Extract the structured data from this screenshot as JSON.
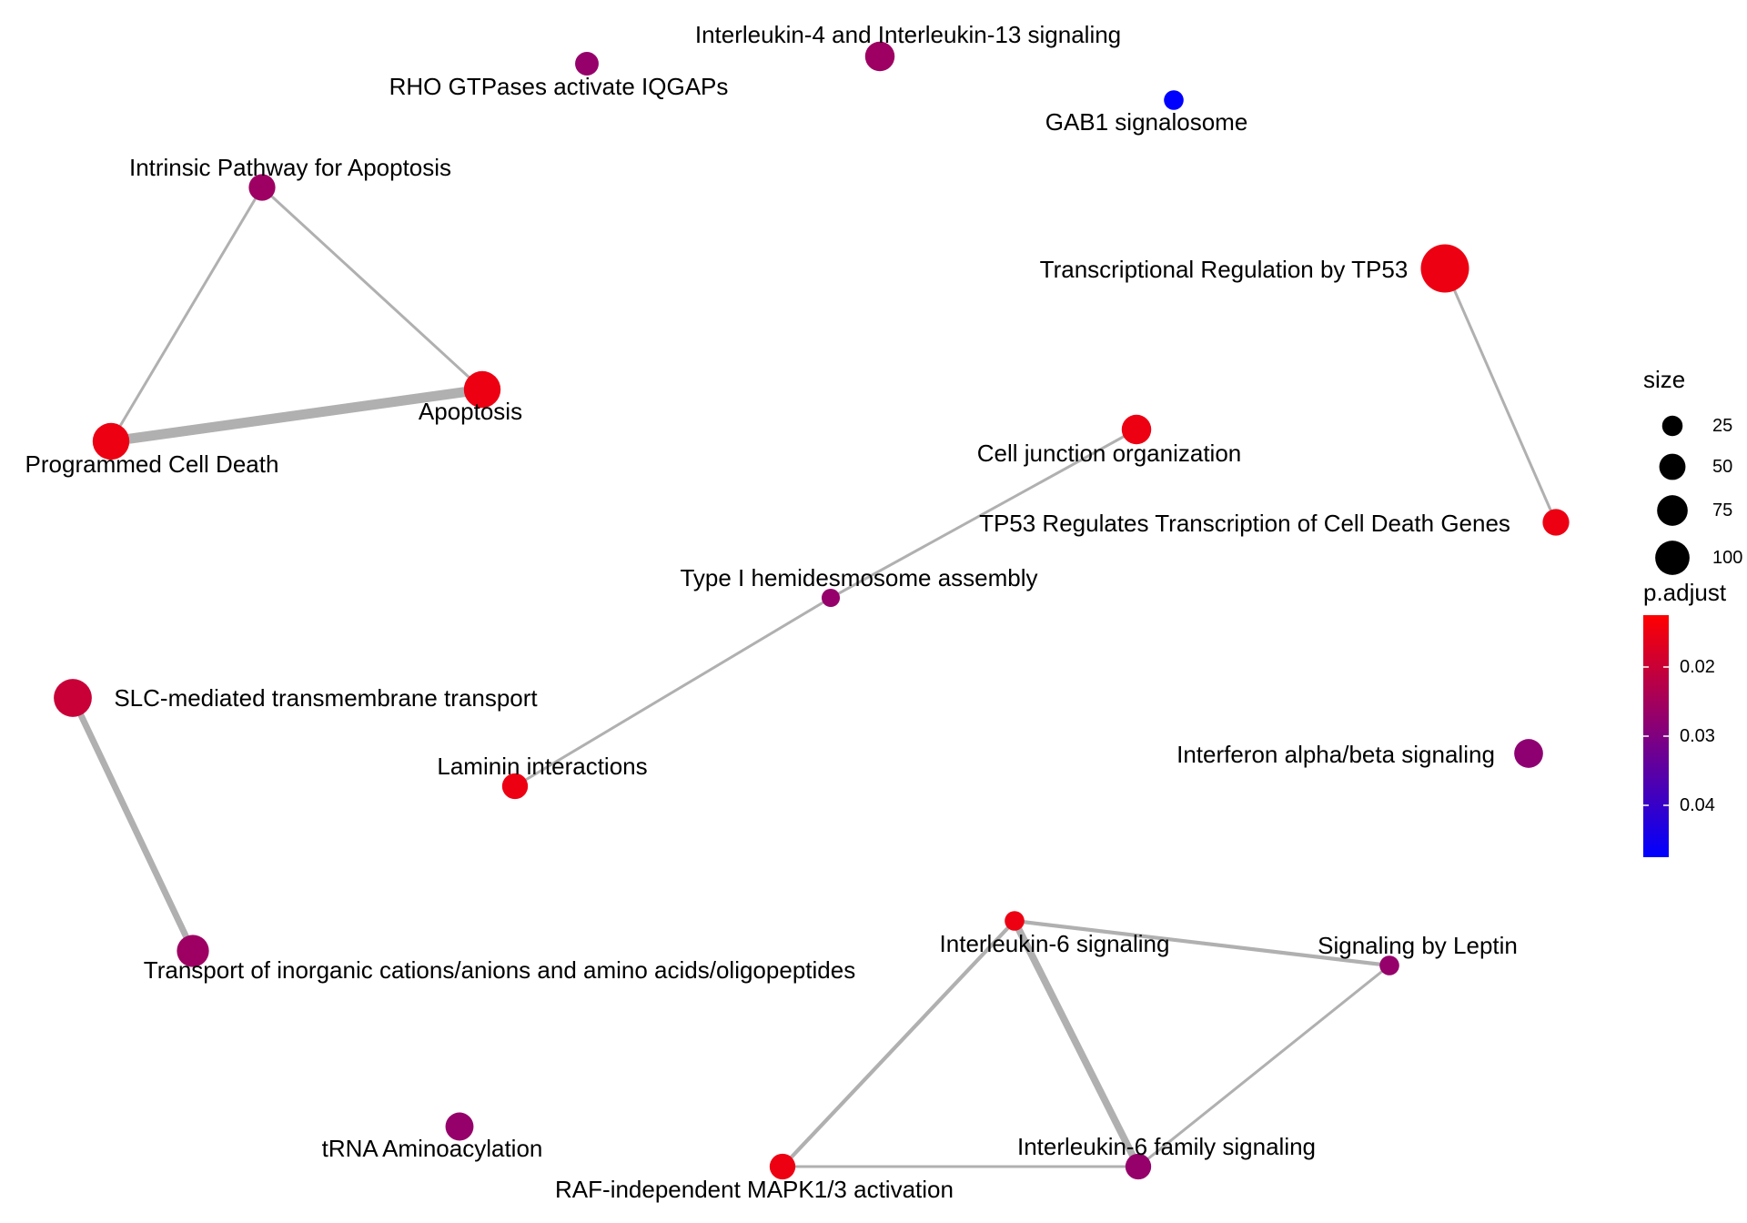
{
  "network": {
    "nodes": [
      {
        "id": "il4",
        "label": "Interleukin-4 and Interleukin-13 signaling",
        "size": 30,
        "p_adjust": 0.026
      },
      {
        "id": "rho",
        "label": "RHO GTPases activate IQGAPs",
        "size": 15,
        "p_adjust": 0.027
      },
      {
        "id": "gab1",
        "label": "GAB1 signalosome",
        "size": 8,
        "p_adjust": 0.048
      },
      {
        "id": "intrinsic",
        "label": "Intrinsic Pathway for Apoptosis",
        "size": 22,
        "p_adjust": 0.026
      },
      {
        "id": "tp53reg",
        "label": "Transcriptional Regulation by TP53",
        "size": 110,
        "p_adjust": 0.015
      },
      {
        "id": "apoptosis",
        "label": "Apoptosis",
        "size": 55,
        "p_adjust": 0.015
      },
      {
        "id": "pcd",
        "label": "Programmed Cell Death",
        "size": 55,
        "p_adjust": 0.015
      },
      {
        "id": "celljunction",
        "label": "Cell junction organization",
        "size": 30,
        "p_adjust": 0.015
      },
      {
        "id": "tp53death",
        "label": "TP53 Regulates Transcription of Cell Death Genes",
        "size": 22,
        "p_adjust": 0.015
      },
      {
        "id": "hemides",
        "label": "Type I hemidesmosome assembly",
        "size": 6,
        "p_adjust": 0.027
      },
      {
        "id": "slc",
        "label": "SLC-mediated transmembrane transport",
        "size": 60,
        "p_adjust": 0.02
      },
      {
        "id": "laminin",
        "label": "Laminin interactions",
        "size": 20,
        "p_adjust": 0.015
      },
      {
        "id": "ifn",
        "label": "Interferon alpha/beta signaling",
        "size": 28,
        "p_adjust": 0.028
      },
      {
        "id": "transport",
        "label": "Transport of inorganic cations/anions and amino acids/oligopeptides",
        "size": 38,
        "p_adjust": 0.026
      },
      {
        "id": "il6",
        "label": "Interleukin-6 signaling",
        "size": 8,
        "p_adjust": 0.015
      },
      {
        "id": "leptin",
        "label": "Signaling by Leptin",
        "size": 8,
        "p_adjust": 0.027
      },
      {
        "id": "trna",
        "label": "tRNA Aminoacylation",
        "size": 26,
        "p_adjust": 0.027
      },
      {
        "id": "il6family",
        "label": "Interleukin-6 family signaling",
        "size": 20,
        "p_adjust": 0.027
      },
      {
        "id": "raf",
        "label": "RAF-independent MAPK1/3 activation",
        "size": 20,
        "p_adjust": 0.015
      }
    ],
    "edges": [
      {
        "source": "intrinsic",
        "target": "apoptosis",
        "weight": 1
      },
      {
        "source": "intrinsic",
        "target": "pcd",
        "weight": 1
      },
      {
        "source": "pcd",
        "target": "apoptosis",
        "weight": 3
      },
      {
        "source": "tp53reg",
        "target": "tp53death",
        "weight": 1
      },
      {
        "source": "celljunction",
        "target": "hemides",
        "weight": 1
      },
      {
        "source": "hemides",
        "target": "laminin",
        "weight": 1
      },
      {
        "source": "slc",
        "target": "transport",
        "weight": 2
      },
      {
        "source": "il6",
        "target": "leptin",
        "weight": 1.3
      },
      {
        "source": "il6",
        "target": "il6family",
        "weight": 2.2
      },
      {
        "source": "il6",
        "target": "raf",
        "weight": 1.3
      },
      {
        "source": "leptin",
        "target": "il6family",
        "weight": 1
      },
      {
        "source": "raf",
        "target": "il6family",
        "weight": 1
      }
    ]
  },
  "legend": {
    "size_title": "size",
    "size_entries": [
      {
        "label": "25",
        "value": 25
      },
      {
        "label": "50",
        "value": 50
      },
      {
        "label": "75",
        "value": 75
      },
      {
        "label": "100",
        "value": 100
      }
    ],
    "color_title": "p.adjust",
    "color_ticks": [
      {
        "label": "0.02",
        "value": 0.02
      },
      {
        "label": "0.03",
        "value": 0.03
      },
      {
        "label": "0.04",
        "value": 0.04
      }
    ],
    "color_range": [
      0.0125,
      0.0475
    ],
    "color_low": "#ff0000",
    "color_high": "#0000ff"
  },
  "colors": {
    "edge": "#b0b0b0",
    "text": "#000000",
    "background": "#ffffff"
  }
}
